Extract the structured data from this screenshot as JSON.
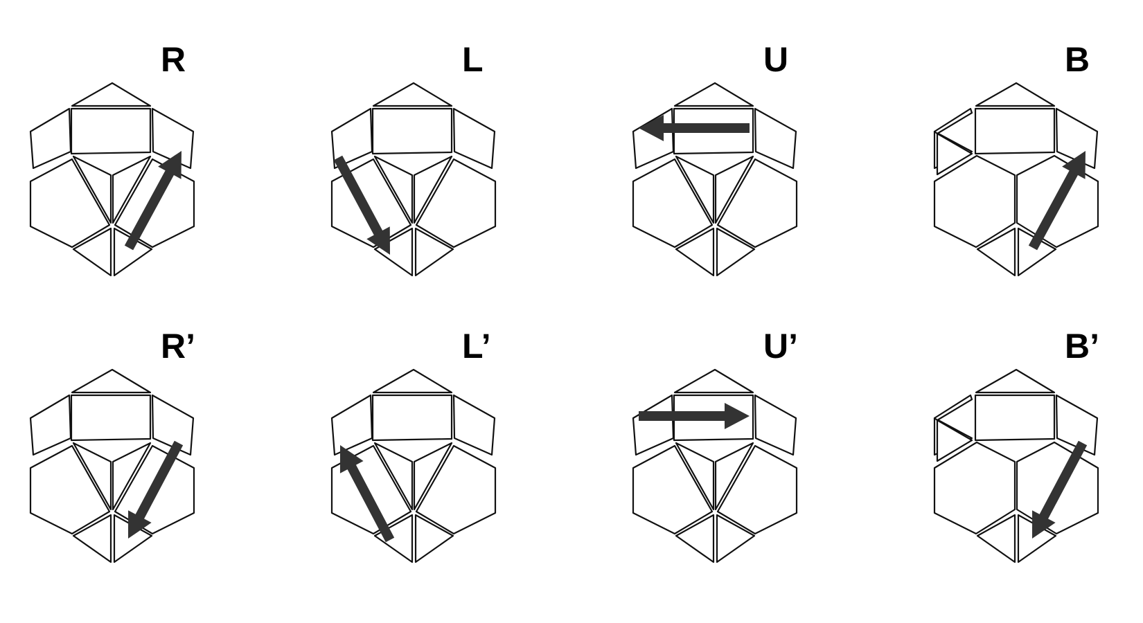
{
  "colors": {
    "green": "#00ee00",
    "red": "#ff0000",
    "arrow": "#333333",
    "piece_fill": "#ffffff",
    "outline": "#111111"
  },
  "moves": [
    {
      "label": "R",
      "variant": "front",
      "arrow": "right-diagonal-up"
    },
    {
      "label": "L",
      "variant": "front",
      "arrow": "left-diagonal-down"
    },
    {
      "label": "U",
      "variant": "front",
      "arrow": "top-left"
    },
    {
      "label": "B",
      "variant": "back",
      "arrow": "right-diagonal-up"
    },
    {
      "label": "R’",
      "variant": "front",
      "arrow": "right-diagonal-down"
    },
    {
      "label": "L’",
      "variant": "front",
      "arrow": "left-diagonal-up"
    },
    {
      "label": "U’",
      "variant": "front",
      "arrow": "top-right"
    },
    {
      "label": "B’",
      "variant": "back",
      "arrow": "right-diagonal-down"
    }
  ]
}
